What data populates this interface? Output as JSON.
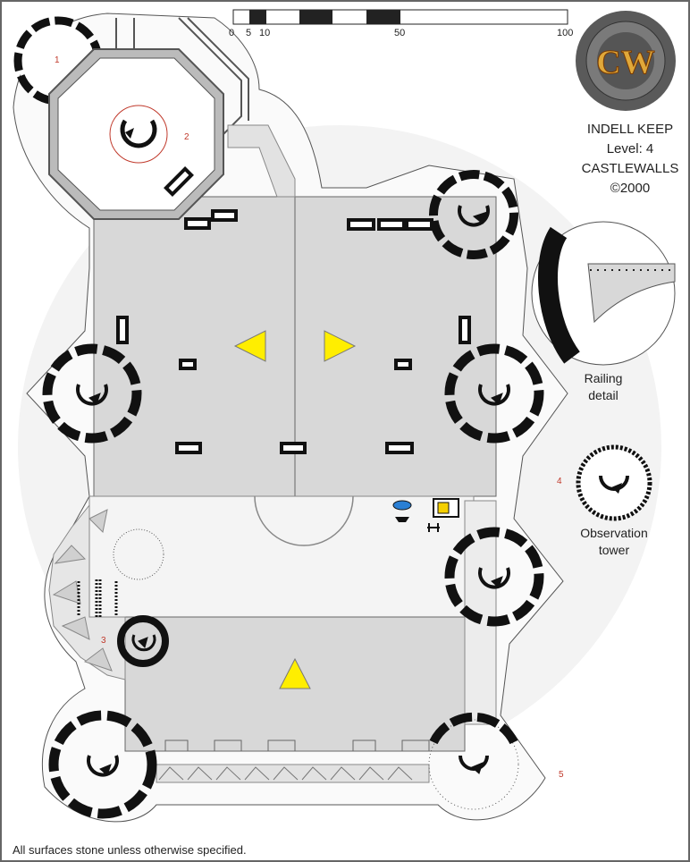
{
  "title": {
    "name": "INDELL KEEP",
    "level": "Level: 4",
    "publisher": "CASTLEWALLS",
    "copyright": "©2000"
  },
  "logo": {
    "text": "CW",
    "ring_color": "#5a5a5a",
    "fill_color": "#e0a83a"
  },
  "scale_bar": {
    "labels": [
      "0",
      "5",
      "10",
      "50",
      "100"
    ]
  },
  "rooms": [
    {
      "number": "1"
    },
    {
      "number": "2"
    },
    {
      "number": "3"
    },
    {
      "number": "4"
    },
    {
      "number": "5"
    }
  ],
  "callouts": {
    "railing": "Railing\ndetail",
    "observation": "Observation\ntower"
  },
  "footnote": "All surfaces stone unless otherwise specified.",
  "colors": {
    "stone": "#d8d8d8",
    "wall": "#111111",
    "marker": "#ffee00",
    "room_number": "#c0392b",
    "watermark": "#f0f0f0"
  }
}
